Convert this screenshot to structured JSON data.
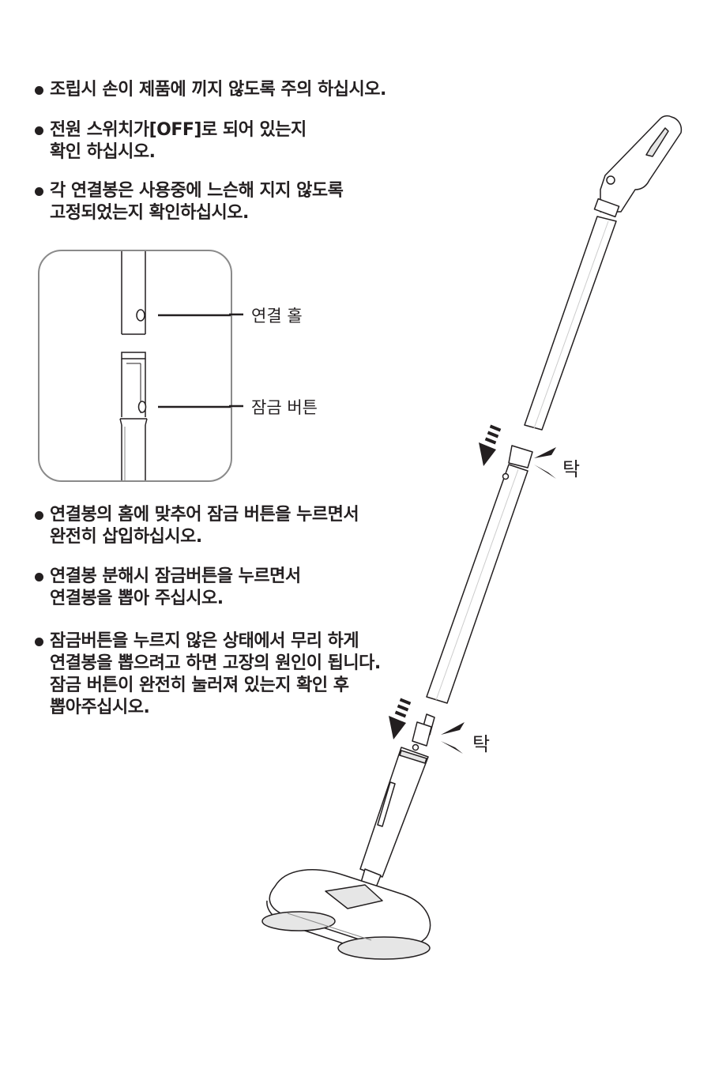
{
  "bullets": [
    {
      "lines": [
        "조립시 손이 제품에 끼지 않도록 주의 하십시오."
      ]
    },
    {
      "lines": [
        "전원 스위치가[OFF]로 되어 있는지",
        "확인 하십시오."
      ]
    },
    {
      "lines": [
        "각 연결봉은 사용중에 느슨해 지지 않도록",
        "고정되었는지 확인하십시오."
      ]
    },
    {
      "lines": [
        "연결봉의 홈에 맞추어 잠금 버튼을 누르면서",
        "완전히 삽입하십시오."
      ]
    },
    {
      "lines": [
        "연결봉 분해시 잠금버튼을 누르면서",
        "연결봉을 뽑아 주십시오."
      ]
    },
    {
      "lines": [
        "잠금버튼을 누르지 않은 상태에서 무리 하게",
        "연결봉을 뽑으려고 하면 고장의 원인이 됩니다.",
        "잠금 버튼이 완전히 눌러져 있는지 확인 후",
        "뽑아주십시오."
      ]
    }
  ],
  "detail": {
    "hole_label": "연결 홀",
    "button_label": "잠금 버튼"
  },
  "click_sound": "탁",
  "colors": {
    "text": "#231f20",
    "box_border": "#8a8a8a",
    "product_fill": "#ffffff",
    "product_shade": "#e6e6e6"
  }
}
